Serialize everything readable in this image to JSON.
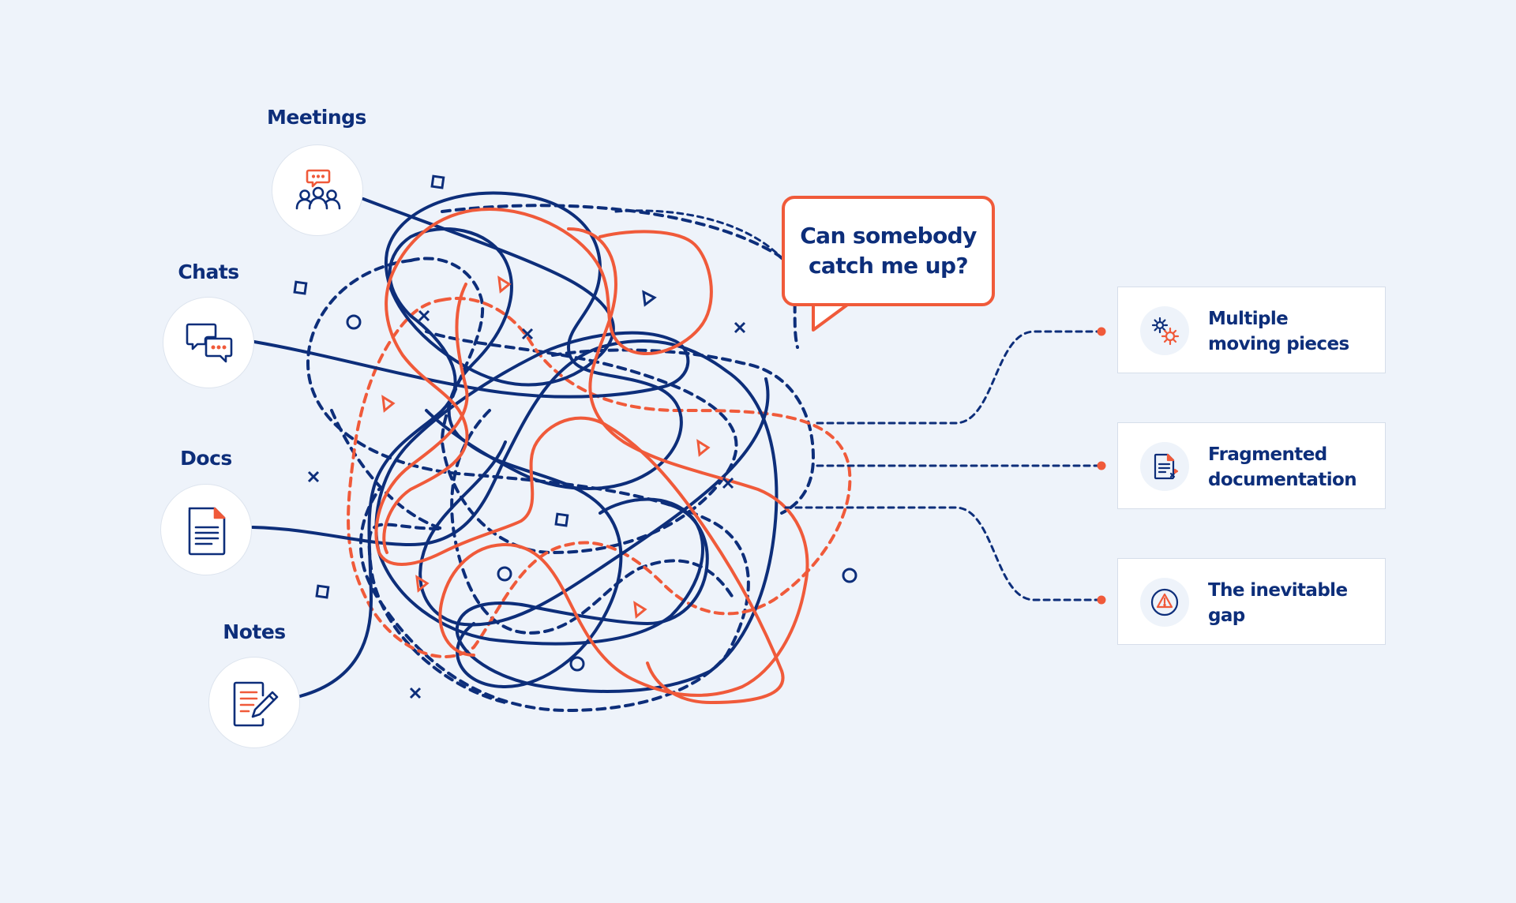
{
  "sources": [
    {
      "id": "meetings",
      "label": "Meetings",
      "icon": "meeting-people-icon"
    },
    {
      "id": "chats",
      "label": "Chats",
      "icon": "chat-bubbles-icon"
    },
    {
      "id": "docs",
      "label": "Docs",
      "icon": "document-icon"
    },
    {
      "id": "notes",
      "label": "Notes",
      "icon": "note-pencil-icon"
    }
  ],
  "bubble": {
    "text": "Can somebody\ncatch me up?"
  },
  "outcomes": [
    {
      "label": "Multiple\nmoving pieces",
      "icon": "gears-icon"
    },
    {
      "label": "Fragmented\ndocumentation",
      "icon": "fragmented-document-icon"
    },
    {
      "label": "The inevitable\ngap",
      "icon": "warning-icon"
    }
  ],
  "colors": {
    "navy": "#0d2e7a",
    "orange": "#f05a3a",
    "background": "#eef3fa"
  }
}
